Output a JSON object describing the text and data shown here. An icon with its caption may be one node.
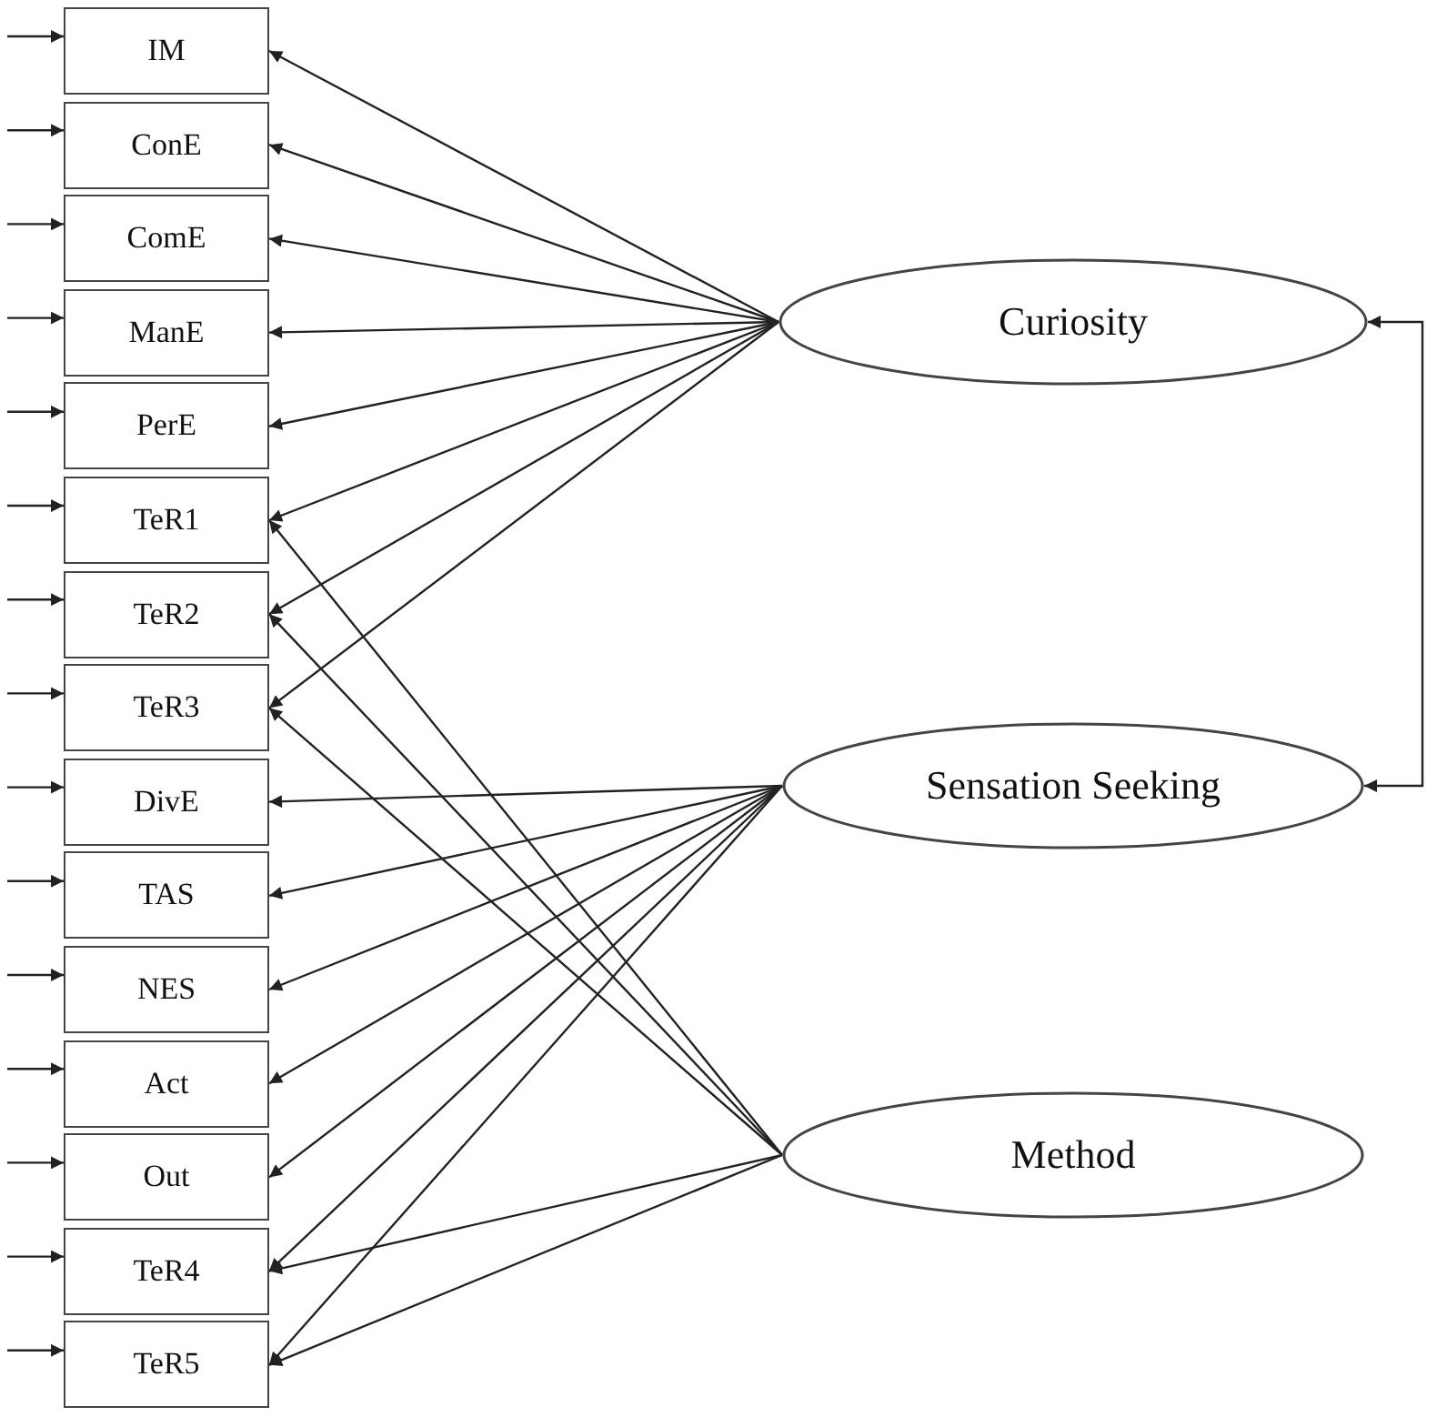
{
  "diagram": {
    "nodes": [
      {
        "text": [
          "IM"
        ]
      },
      {
        "text": [
          "ConE"
        ]
      },
      {
        "text": [
          "ComE"
        ]
      },
      {
        "text": [
          "ManE"
        ]
      },
      {
        "text": [
          "PerE"
        ]
      },
      {
        "text": [
          "TeR1"
        ]
      },
      {
        "text": [
          "TeR2"
        ]
      },
      {
        "text": [
          "TeR3"
        ]
      },
      {
        "text": [
          "DivE"
        ]
      },
      {
        "text": [
          "TAS"
        ]
      },
      {
        "text": [
          "NES"
        ]
      },
      {
        "text": [
          "Act"
        ]
      },
      {
        "text": [
          "Out"
        ]
      },
      {
        "text": [
          "TeR4"
        ]
      },
      {
        "text": [
          "TeR5"
        ]
      },
      {
        "text": [
          "Curiosity"
        ]
      },
      {
        "text": [
          "Sensation Seeking"
        ]
      },
      {
        "text": [
          "Method"
        ]
      }
    ],
    "edges": [
      {
        "from": 15,
        "to": 0,
        "arrow": "to"
      },
      {
        "from": 15,
        "to": 1,
        "arrow": "to"
      },
      {
        "from": 15,
        "to": 2,
        "arrow": "to"
      },
      {
        "from": 15,
        "to": 3,
        "arrow": "to"
      },
      {
        "from": 15,
        "to": 4,
        "arrow": "to"
      },
      {
        "from": 15,
        "to": 5,
        "arrow": "to"
      },
      {
        "from": 15,
        "to": 6,
        "arrow": "to"
      },
      {
        "from": 15,
        "to": 7,
        "arrow": "to"
      },
      {
        "from": 16,
        "to": 8,
        "arrow": "to"
      },
      {
        "from": 16,
        "to": 9,
        "arrow": "to"
      },
      {
        "from": 16,
        "to": 10,
        "arrow": "to"
      },
      {
        "from": 16,
        "to": 11,
        "arrow": "to"
      },
      {
        "from": 16,
        "to": 12,
        "arrow": "to"
      },
      {
        "from": 16,
        "to": 13,
        "arrow": "to"
      },
      {
        "from": 16,
        "to": 14,
        "arrow": "to"
      },
      {
        "from": 17,
        "to": 5,
        "arrow": "to"
      },
      {
        "from": 17,
        "to": 6,
        "arrow": "to"
      },
      {
        "from": 17,
        "to": 7,
        "arrow": "to"
      },
      {
        "from": 17,
        "to": 13,
        "arrow": "to"
      },
      {
        "from": 17,
        "to": 14,
        "arrow": "to"
      },
      {
        "from": 15,
        "to": 16,
        "arrow": "both"
      },
      {
        "from": null,
        "to": 0,
        "arrow": "to"
      },
      {
        "from": null,
        "to": 1,
        "arrow": "to"
      },
      {
        "from": null,
        "to": 2,
        "arrow": "to"
      },
      {
        "from": null,
        "to": 3,
        "arrow": "to"
      },
      {
        "from": null,
        "to": 4,
        "arrow": "to"
      },
      {
        "from": null,
        "to": 5,
        "arrow": "to"
      },
      {
        "from": null,
        "to": 6,
        "arrow": "to"
      },
      {
        "from": null,
        "to": 7,
        "arrow": "to"
      },
      {
        "from": null,
        "to": 8,
        "arrow": "to"
      },
      {
        "from": null,
        "to": 9,
        "arrow": "to"
      },
      {
        "from": null,
        "to": 10,
        "arrow": "to"
      },
      {
        "from": null,
        "to": 11,
        "arrow": "to"
      },
      {
        "from": null,
        "to": 12,
        "arrow": "to"
      },
      {
        "from": null,
        "to": 13,
        "arrow": "to"
      },
      {
        "from": null,
        "to": 14,
        "arrow": "to"
      }
    ]
  }
}
